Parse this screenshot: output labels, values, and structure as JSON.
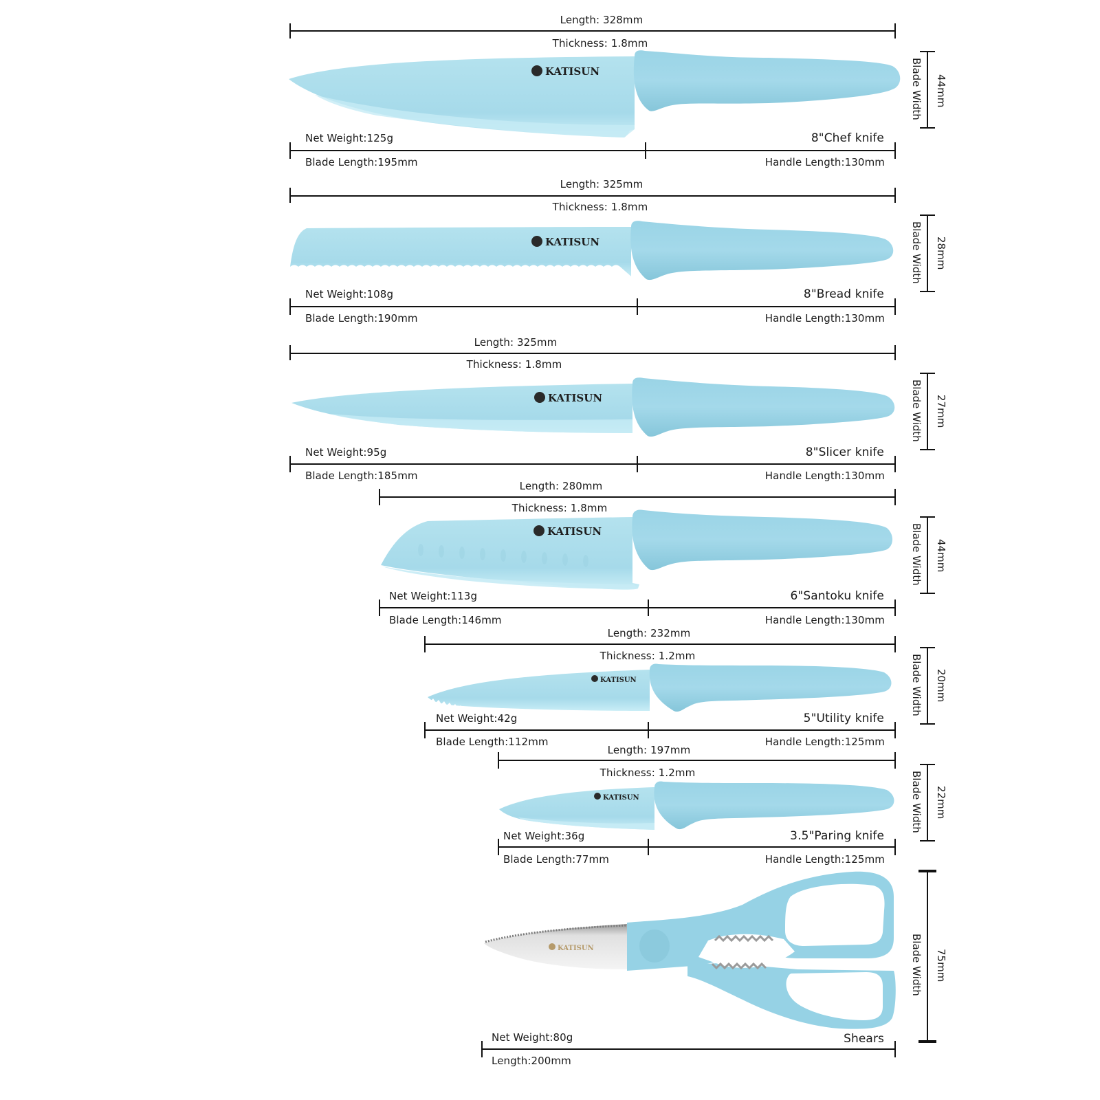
{
  "brand": "KATISUN",
  "colors": {
    "blade": "#a9dcea",
    "blade_edge": "#c8ecf5",
    "handle": "#8fcde0",
    "handle_shadow": "#7dbfd3",
    "steel": "#e6e6e6",
    "line": "#111111"
  },
  "blade_width_label": "Blade Width",
  "items": [
    {
      "name": "8\"Chef knife",
      "length": "Length: 328mm",
      "thickness": "Thickness: 1.8mm",
      "net_weight": "Net Weight:125g",
      "blade_length": "Blade Length:195mm",
      "handle_length": "Handle Length:130mm",
      "blade_width": "44mm"
    },
    {
      "name": "8\"Bread knife",
      "length": "Length: 325mm",
      "thickness": "Thickness: 1.8mm",
      "net_weight": "Net Weight:108g",
      "blade_length": "Blade Length:190mm",
      "handle_length": "Handle Length:130mm",
      "blade_width": "28mm"
    },
    {
      "name": "8\"Slicer knife",
      "length": "Length: 325mm",
      "thickness": "Thickness: 1.8mm",
      "net_weight": "Net Weight:95g",
      "blade_length": "Blade Length:185mm",
      "handle_length": "Handle Length:130mm",
      "blade_width": "27mm"
    },
    {
      "name": "6\"Santoku knife",
      "length": "Length: 280mm",
      "thickness": "Thickness: 1.8mm",
      "net_weight": "Net Weight:113g",
      "blade_length": "Blade Length:146mm",
      "handle_length": "Handle Length:130mm",
      "blade_width": "44mm"
    },
    {
      "name": "5\"Utility knife",
      "length": "Length: 232mm",
      "thickness": "Thickness: 1.2mm",
      "net_weight": "Net Weight:42g",
      "blade_length": "Blade Length:112mm",
      "handle_length": "Handle Length:125mm",
      "blade_width": "20mm"
    },
    {
      "name": "3.5\"Paring knife",
      "length": "Length: 197mm",
      "thickness": "Thickness: 1.2mm",
      "net_weight": "Net Weight:36g",
      "blade_length": "Blade Length:77mm",
      "handle_length": "Handle Length:125mm",
      "blade_width": "22mm"
    },
    {
      "name": "Shears",
      "length": "Length:200mm",
      "net_weight": "Net Weight:80g",
      "blade_width": "75mm"
    }
  ]
}
